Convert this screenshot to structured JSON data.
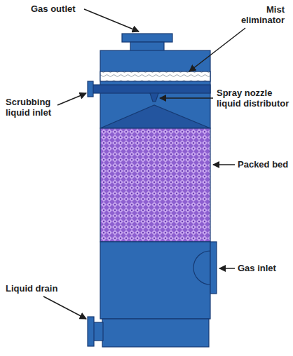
{
  "diagram": {
    "labels": [
      "Gas outlet",
      "Mist eliminator",
      "Scrubbing liquid inlet",
      "Spray nozzle liquid distributor",
      "Packed bed",
      "Gas inlet",
      "Liquid drain"
    ]
  }
}
